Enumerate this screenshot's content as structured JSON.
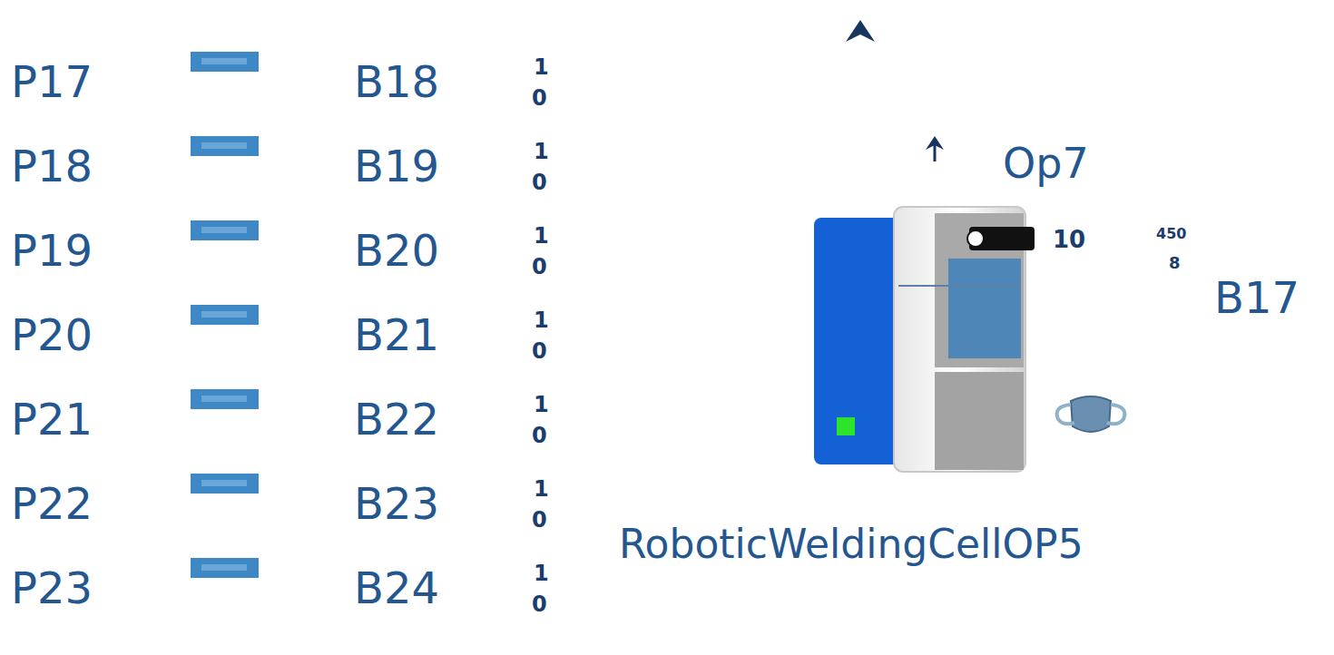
{
  "diagram": {
    "labels": [
      "P17",
      "B18",
      "1",
      "0",
      "P18",
      "B19",
      "1",
      "0",
      "P19",
      "B20",
      "1",
      "0",
      "P20",
      "B21",
      "1",
      "0",
      "P21",
      "B22",
      "1",
      "0",
      "P22",
      "B23",
      "1",
      "0",
      "P23",
      "B24",
      "1",
      "0",
      "Op7",
      "10",
      "450",
      "8",
      "B17",
      "RoboticWeldingCellOP5"
    ]
  }
}
